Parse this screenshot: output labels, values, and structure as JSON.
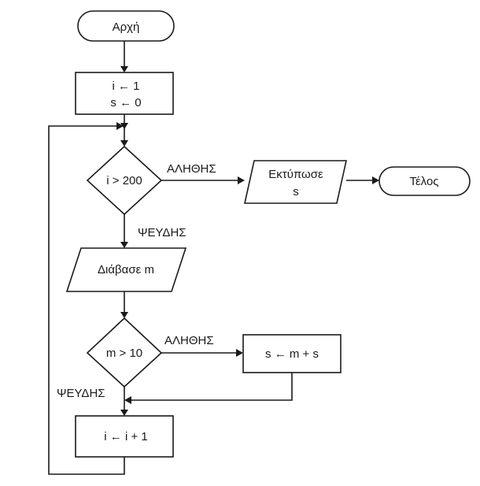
{
  "flowchart": {
    "start": "Αρχή",
    "init": {
      "line1": "i ← 1",
      "line2": "s ← 0"
    },
    "decision1": "i > 200",
    "print": {
      "line1": "Εκτύπωσε",
      "line2": "s"
    },
    "end": "Τέλος",
    "read": "Διάβασε m",
    "decision2": "m > 10",
    "assign": "s ← m + s",
    "increment": "i ← i + 1",
    "labels": {
      "true1": "ΑΛΗΘΗΣ",
      "false1": "ΨΕΥΔΗΣ",
      "true2": "ΑΛΗΘΗΣ",
      "false2": "ΨΕΥΔΗΣ"
    }
  }
}
